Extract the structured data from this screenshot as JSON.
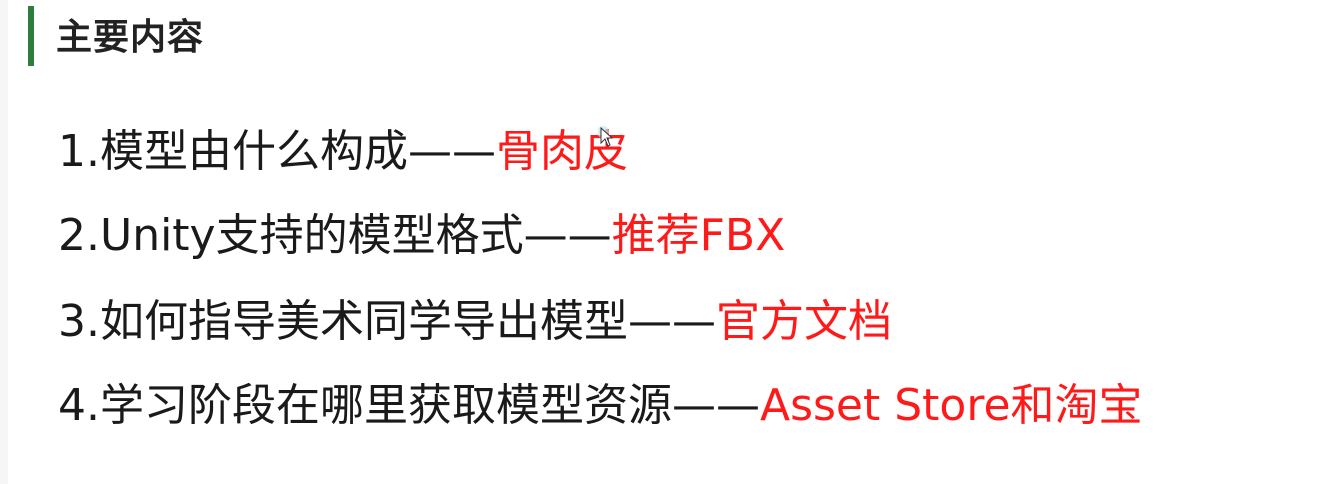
{
  "title": "主要内容",
  "items": [
    {
      "number": "1.",
      "text": "模型由什么构成",
      "dash": "——",
      "highlight": "骨肉皮"
    },
    {
      "number": "2.",
      "text": "Unity支持的模型格式",
      "dash": "——",
      "highlight": "推荐FBX"
    },
    {
      "number": "3.",
      "text": "如何指导美术同学导出模型",
      "dash": "——",
      "highlight": "官方文档"
    },
    {
      "number": "4.",
      "text": "学习阶段在哪里获取模型资源",
      "dash": "——",
      "highlight": "Asset Store和淘宝"
    }
  ],
  "colors": {
    "accent_bar": "#2f7d3a",
    "highlight": "#ff1a1a",
    "text": "#1a1a1a"
  }
}
